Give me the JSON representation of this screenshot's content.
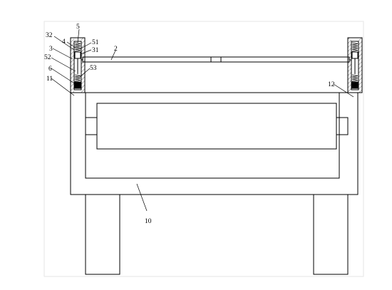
{
  "labels": {
    "l5": "5",
    "l32": "32",
    "l4": "4",
    "l51": "51",
    "l31": "31",
    "l3": "3",
    "l2": "2",
    "l52": "52",
    "l53": "53",
    "l6": "6",
    "l11": "11",
    "l12": "12",
    "l10": "10"
  }
}
